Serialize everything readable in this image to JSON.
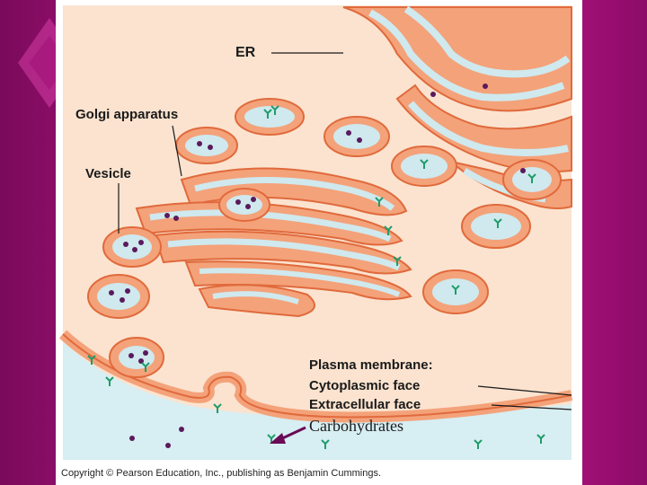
{
  "labels": {
    "er": "ER",
    "golgi": "Golgi apparatus",
    "vesicle": "Vesicle",
    "plasma_membrane": "Plasma membrane:",
    "cytoplasmic_face": "Cytoplasmic face",
    "extracellular_face": "Extracellular face",
    "carbohydrates": "Carbohydrates"
  },
  "copyright": "Copyright © Pearson Education, Inc., publishing as Benjamin Cummings.",
  "colors": {
    "slide_background": "#c2188f",
    "membrane_orange": "#f4a27a",
    "membrane_outline": "#e06a3c",
    "lumen_blue": "#cfe9ee",
    "cytoplasm_cream": "#fbe3cf",
    "carbohydrate_green": "#1f9c6a",
    "protein_purple": "#5a1a5c",
    "arrow": "#6b0a55"
  }
}
